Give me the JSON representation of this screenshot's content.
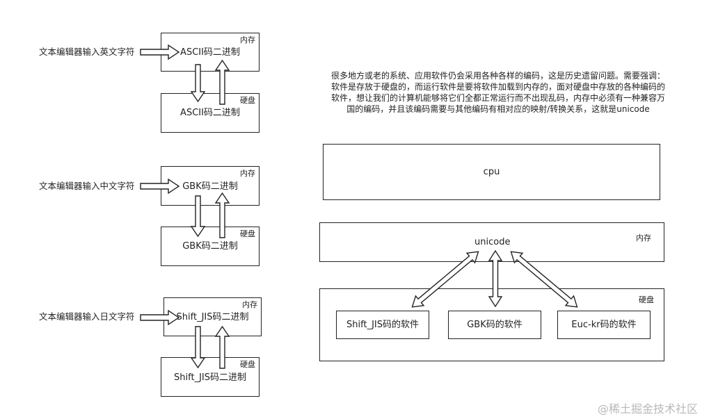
{
  "left": {
    "groups": [
      {
        "input_label": "文本编辑器输入英文字符",
        "memory": {
          "corner": "内存",
          "content": "ASCII码二进制"
        },
        "disk": {
          "corner": "硬盘",
          "content": "ASCII码二进制"
        }
      },
      {
        "input_label": "文本编辑器输入中文字符",
        "memory": {
          "corner": "内存",
          "content": "GBK码二进制"
        },
        "disk": {
          "corner": "硬盘",
          "content": "GBK码二进制"
        }
      },
      {
        "input_label": "文本编辑器输入日文字符",
        "memory": {
          "corner": "内存",
          "content": "Shift_JIS码二进制"
        },
        "disk": {
          "corner": "硬盘",
          "content": "Shift_JIS码二进制"
        }
      }
    ]
  },
  "description": [
    "很多地方或老的系统、应用软件仍会采用各种各样的编码，这是历史遗留问题。需要强调：",
    "软件是存放于硬盘的，而运行软件是要将软件加载到内存的，面对硬盘中存放的各种编码的",
    "软件，想让我们的计算机能够将它们全都正常运行而不出现乱码，内存中必须有一种兼容万",
    "国的编码，并且该编码需要与其他编码有相对应的映射/转换关系，这就是unicode"
  ],
  "right": {
    "cpu": "cpu",
    "memory": {
      "content": "unicode",
      "corner": "内存"
    },
    "disk": {
      "corner": "硬盘",
      "software": [
        "Shift_JIS码的软件",
        "GBK码的软件",
        "Euc-kr码的软件"
      ]
    }
  },
  "watermark": "@稀土掘金技术社区"
}
